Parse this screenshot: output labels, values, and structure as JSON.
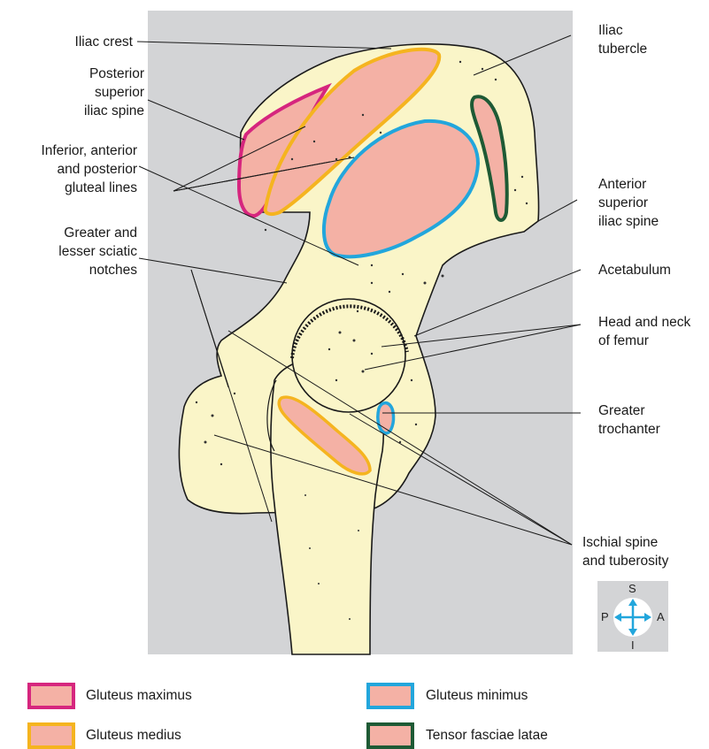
{
  "labels": {
    "iliac_crest": "Iliac crest",
    "posterior_superior_iliac_spine": "Posterior\nsuperior\niliac spine",
    "gluteal_lines": "Inferior, anterior\nand posterior\ngluteal lines",
    "sciatic_notches": "Greater and\nlesser sciatic\nnotches",
    "iliac_tubercle": "Iliac\ntubercle",
    "anterior_superior_iliac_spine": "Anterior\nsuperior\niliac spine",
    "acetabulum": "Acetabulum",
    "head_neck_femur": "Head and neck\nof femur",
    "greater_trochanter": "Greater\ntrochanter",
    "ischial_spine_tuberosity": "Ischial spine\nand tuberosity"
  },
  "compass": {
    "top": "S",
    "bottom": "I",
    "left": "P",
    "right": "A"
  },
  "legend": [
    {
      "label": "Gluteus maximus",
      "color": "#d6267e"
    },
    {
      "label": "Gluteus minimus",
      "color": "#22a6dc"
    },
    {
      "label": "Gluteus medius",
      "color": "#f5b41f"
    },
    {
      "label": "Tensor fasciae latae",
      "color": "#1e5a35"
    }
  ],
  "colors": {
    "panel": "#d3d4d6",
    "bone": "#faf5c8",
    "muscle_fill": "#f4b1a5",
    "arrow": "#22a6dc"
  }
}
